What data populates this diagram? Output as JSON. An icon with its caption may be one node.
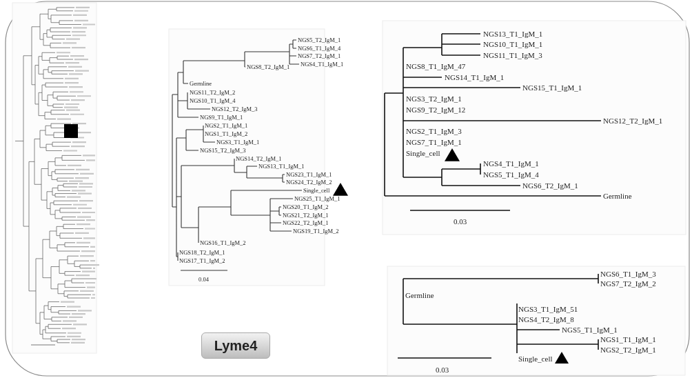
{
  "diagram": {
    "nodes": [
      {
        "text": [
          "Lyme4"
        ]
      }
    ],
    "labels": [
      "NGS5_T2_IgM_1",
      "NGS6_T1_IgM_4",
      "NGS7_T2_IgM_1",
      "NGS4_T1_IgM_1",
      "NGS8_T2_IgM_1",
      "Germline",
      "NGS11_T2_IgM_2",
      "NGS10_T1_IgM_4",
      "NGS12_T2_IgM_3",
      "NGS9_T1_IgM_1",
      "NGS2_T1_IgM_1",
      "NGS1_T1_IgM_2",
      "NGS3_T1_IgM_1",
      "NGS15_T2_IgM_3",
      "NGS14_T2_IgM_1",
      "NGS13_T1_IgM_1",
      "NGS23_T1_IgM_1",
      "NGS24_T2_IgM_2",
      "Single_cell",
      "NGS25_T1_IgM_1",
      "NGS20_T1_IgM_2",
      "NGS21_T2_IgM_1",
      "NGS22_T2_IgM_1",
      "NGS19_T1_IgM_2",
      "NGS16_T1_IgM_2",
      "NGS18_T2_IgM_1",
      "NGS17_T1_IgM_2",
      "0.04",
      "NGS13_T1_IgM_1",
      "NGS10_T1_IgM_1",
      "NGS11_T1_IgM_3",
      "NGS8_T1_IgM_47",
      "NGS14_T1_IgM_1",
      "NGS15_T1_IgM_1",
      "NGS3_T2_IgM_1",
      "NGS9_T2_IgM_12",
      "NGS12_T2_IgM_1",
      "NGS2_T1_IgM_3",
      "NGS7_T1_IgM_1",
      "Single_cell",
      "NGS4_T1_IgM_1",
      "NGS5_T1_IgM_4",
      "NGS6_T2_IgM_1",
      "Germline",
      "0.03",
      "NGS6_T1_IgM_3",
      "NGS7_T2_IgM_2",
      "Germline",
      "NGS3_T1_IgM_51",
      "NGS4_T2_IgM_8",
      "NGS5_T1_IgM_1",
      "NGS1_T1_IgM_1",
      "NGS2_T2_IgM_1",
      "Single_cell",
      "0.03"
    ]
  }
}
